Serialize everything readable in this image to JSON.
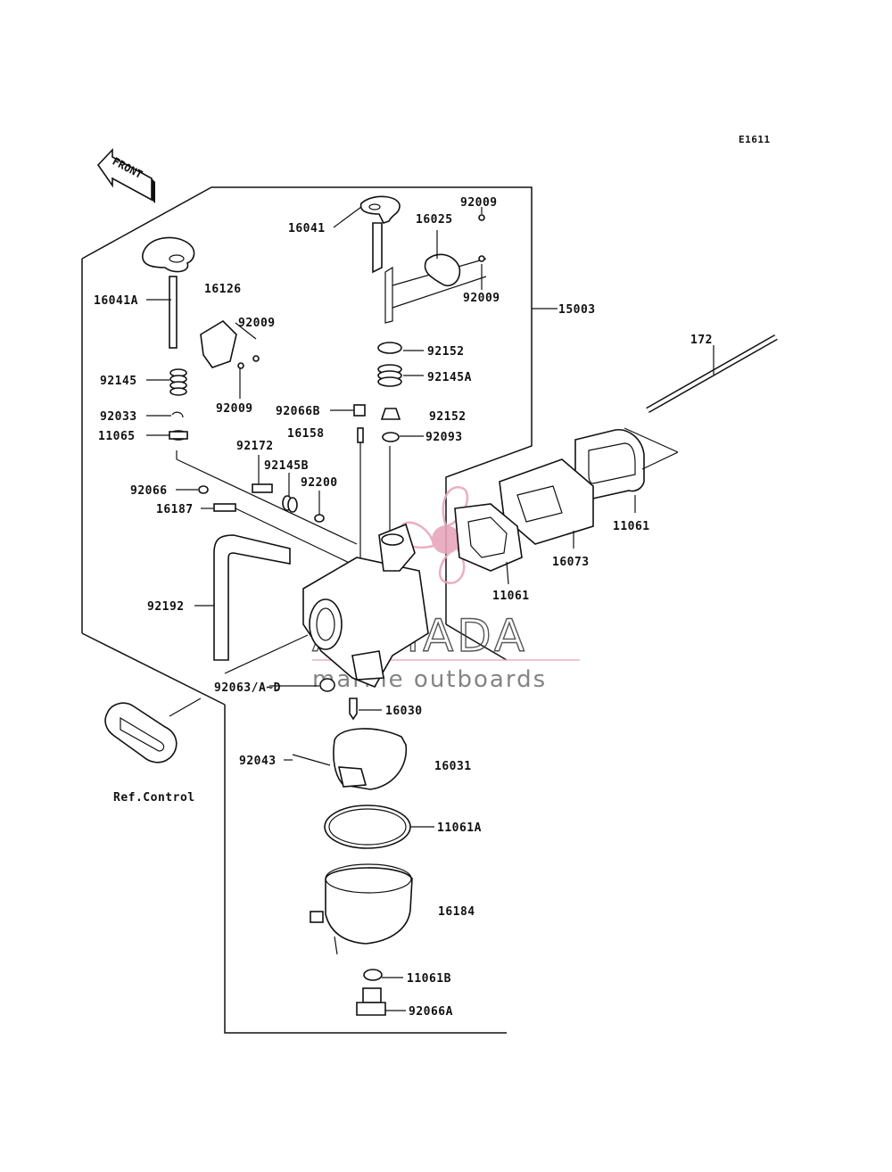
{
  "diagram": {
    "code": "E1611",
    "front_label": "FRONT",
    "ref_label": "Ref.Control",
    "watermark": {
      "brand": "ARMADA",
      "tagline": "marine outboards",
      "accent_color": "#e8a6bd"
    },
    "part_labels": {
      "p16041": "16041",
      "p16025": "16025",
      "p92009_top": "92009",
      "p92009_mid": "92009",
      "p16126": "16126",
      "p16041A": "16041A",
      "p92009_l1": "92009",
      "p92009_l2": "92009",
      "p15003": "15003",
      "p172": "172",
      "p92152_a": "92152",
      "p92145A": "92145A",
      "p92145": "92145",
      "p92033": "92033",
      "p92066B": "92066B",
      "p92152_b": "92152",
      "p16158": "16158",
      "p92093": "92093",
      "p11065": "11065",
      "p92172": "92172",
      "p92145B": "92145B",
      "p92200": "92200",
      "p92066": "92066",
      "p16187": "16187",
      "p11061_r": "11061",
      "p16073": "16073",
      "p11061_m": "11061",
      "p92192": "92192",
      "p92063": "92063/A~D",
      "p16030": "16030",
      "p92043": "92043",
      "p16031": "16031",
      "p11061A": "11061A",
      "p16184": "16184",
      "p11061B": "11061B",
      "p92066A": "92066A"
    }
  }
}
